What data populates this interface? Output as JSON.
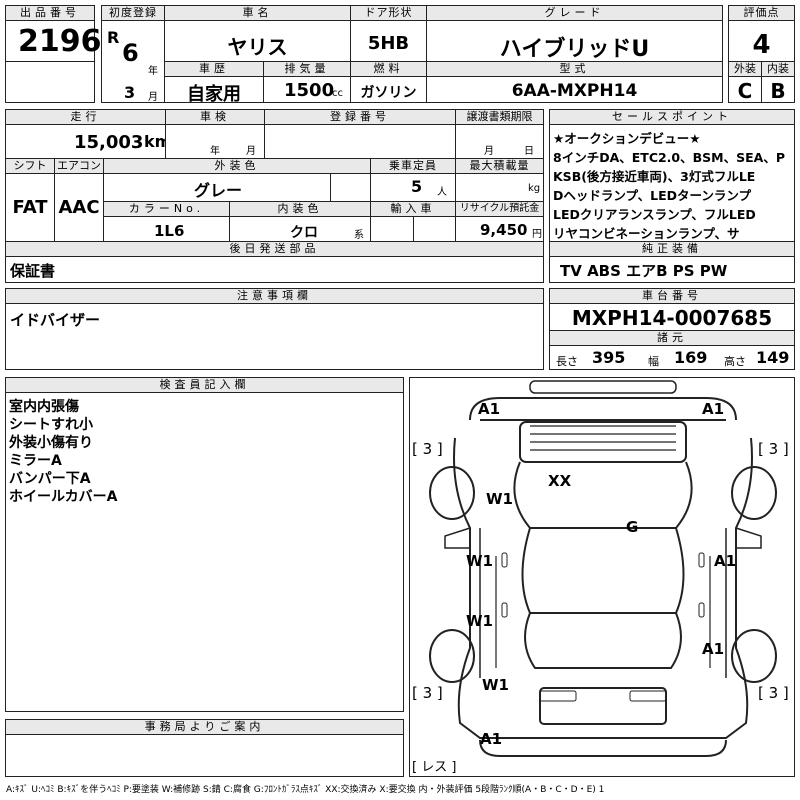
{
  "header": {
    "lot_no_label": "出品番号",
    "lot_no": "2196",
    "first_reg_label": "初度登録",
    "era": "R",
    "year": "6",
    "year_unit": "年",
    "month": "3",
    "month_unit": "月",
    "car_name_label": "車名",
    "car_name": "ヤリス",
    "door_label": "ドア形状",
    "door": "5HB",
    "grade_label": "グレード",
    "grade": "ハイブリッドU",
    "score_label": "評価点",
    "score": "4",
    "history_label": "車歴",
    "history": "自家用",
    "displacement_label": "排気量",
    "displacement": "1500",
    "displacement_unit": "cc",
    "fuel_label": "燃料",
    "fuel": "ガソリン",
    "model_label": "型式",
    "model": "6AA-MXPH14",
    "exterior_grade_label": "外装",
    "exterior_grade": "C",
    "interior_grade_label": "内装",
    "interior_grade": "B"
  },
  "details": {
    "mileage_label": "走行",
    "mileage": "15,003",
    "mileage_unit": "km",
    "inspection_label": "車検",
    "inspection_year_unit": "年",
    "inspection_month_unit": "月",
    "reg_no_label": "登録番号",
    "transfer_label": "譲渡書類期限",
    "transfer_month_unit": "月",
    "transfer_day_unit": "日",
    "shift_label": "シフト",
    "shift": "FAT",
    "ac_label": "エアコン",
    "ac": "AAC",
    "color_label": "外装色",
    "color": "グレー",
    "capacity_label": "乗車定員",
    "capacity": "5",
    "capacity_unit": "人",
    "max_load_label": "最大積載量",
    "max_load_unit": "kg",
    "color_no_label": "カラーNo.",
    "color_no": "1L6",
    "interior_color_label": "内装色",
    "interior_color": "クロ",
    "interior_color_unit": "系",
    "import_label": "輸入車",
    "recycle_label": "リサイクル預託金",
    "recycle": "9,450",
    "recycle_unit": "円",
    "later_parts_label": "後日発送部品",
    "later_parts": "保証書"
  },
  "sales_points": {
    "label": "セールスポイント",
    "lines": [
      "★オークションデビュー★",
      "8インチDA、ETC2.0、BSM、SEA、P",
      "KSB(後方接近車両)、3灯式フルLE",
      "Dヘッドランプ、LEDターンランプ",
      "LEDクリアランスランプ、フルLED",
      "リヤコンビネーションランプ、サ"
    ]
  },
  "genuine_equipment": {
    "label": "純正装備",
    "value": "TV  ABS  エアB  PS  PW"
  },
  "notes": {
    "label": "注意事項欄",
    "value": "イドバイザー"
  },
  "chassis": {
    "label": "車台番号",
    "value": "MXPH14-0007685",
    "dims_label": "諸元",
    "length_label": "長さ",
    "length": "395",
    "width_label": "幅",
    "width": "169",
    "height_label": "高さ",
    "height": "149"
  },
  "inspector": {
    "label": "検査員記入欄",
    "lines": [
      "室内内張傷",
      "シートすれ小",
      "外装小傷有り",
      "ミラーA",
      "バンパー下A",
      "ホイールカバーA"
    ]
  },
  "office": {
    "label": "事務局よりご案内"
  },
  "diagram": {
    "marks": {
      "front_left_corner": "A1",
      "front_right_corner": "A1",
      "tire_fl": "[ 3 ]",
      "tire_fr": "[ 3 ]",
      "tire_rl": "[ 3 ]",
      "tire_rr": "[ 3 ]",
      "windshield": "XX",
      "glass": "G",
      "left_front_fender": "W1",
      "left_front_door": "W1",
      "left_rear_door": "W1",
      "left_rear_fender": "W1",
      "right_front_door": "A1",
      "right_rear_fender": "A1",
      "rear_bumper": "A1",
      "spare": "[ レス ]"
    }
  },
  "legend": "A:ｷｽﾞ U:ﾍｺﾐ B:ｷｽﾞを伴うﾍｺﾐ P:要塗装 W:補修跡 S:錆 C:腐食 G:ﾌﾛﾝﾄｶﾞﾗｽ点ｷｽﾞ XX:交換済み X:要交換  内・外装評価 5段階ﾗﾝｸ順(A・B・C・D・E) 1"
}
